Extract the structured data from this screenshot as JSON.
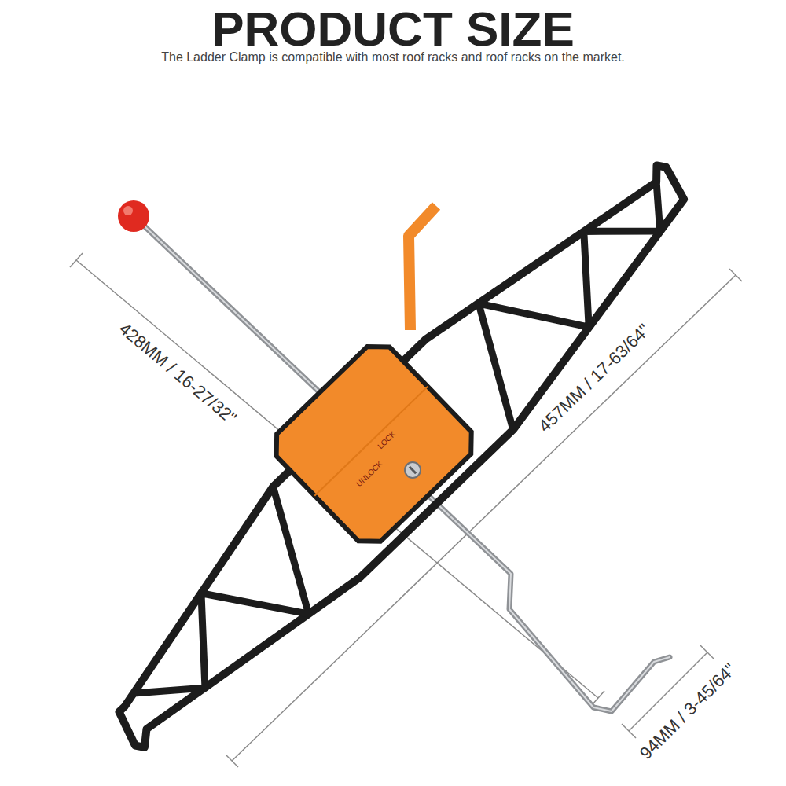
{
  "diagram": {
    "title": "PRODUCT SIZE",
    "caption": "The Ladder Clamp is compatible with most roof racks and roof racks on the market.",
    "labels": [
      "428MM / 16-27/32\"",
      "457MM / 17-63/64\"",
      "94MM / 3-45/64\"",
      "LOCK",
      "UNLOCK"
    ]
  }
}
